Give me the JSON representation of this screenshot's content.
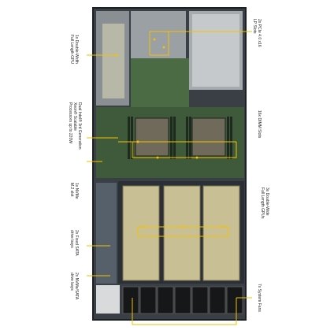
{
  "diagram": {
    "labels": {
      "pcie_slots": "2x PCIe 4.0 x16\nLP Slots",
      "dimm_slots": "16x DIMM Slots",
      "gpus_3": "3x Double-Wide\nFull Length GPUs",
      "system_fans": "7x System Fans",
      "gpu_1": "1x Double-Width\nFull Length GPU",
      "processors": "Dual Intel® 3rd Generation\nXeon® Scalable\nProcessors up to 220W",
      "m2_slot": "1x NVMe\nM.2 slot",
      "sata_bays": "2x Fixed SATA\ndrive bays",
      "nvme_bays": "2x NVMe/SATA\ndrive bays"
    },
    "colors": {
      "callout": "#f2c200",
      "chassis": "#2b3036",
      "board": "#3e5a3a",
      "gpu": "#c9bf95"
    }
  }
}
